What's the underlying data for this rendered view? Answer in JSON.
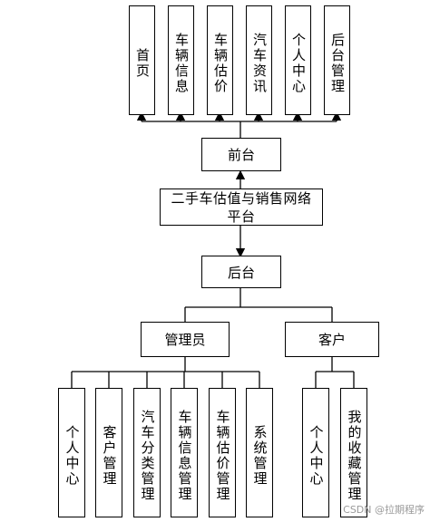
{
  "frontend": {
    "title": "前台",
    "modules": [
      "首页",
      "车辆信息",
      "车辆估价",
      "汽车资讯",
      "个人中心",
      "后台管理"
    ]
  },
  "system": {
    "title": "二手车估值与销售网络平台"
  },
  "backend": {
    "title": "后台"
  },
  "admin": {
    "title": "管理员",
    "modules": [
      "个人中心",
      "客户管理",
      "汽车分类管理",
      "车辆信息管理",
      "车辆估价管理",
      "系统管理"
    ]
  },
  "customer": {
    "title": "客户",
    "modules": [
      "个人中心",
      "我的收藏管理"
    ]
  },
  "watermark": "CSDN @拉期程序"
}
